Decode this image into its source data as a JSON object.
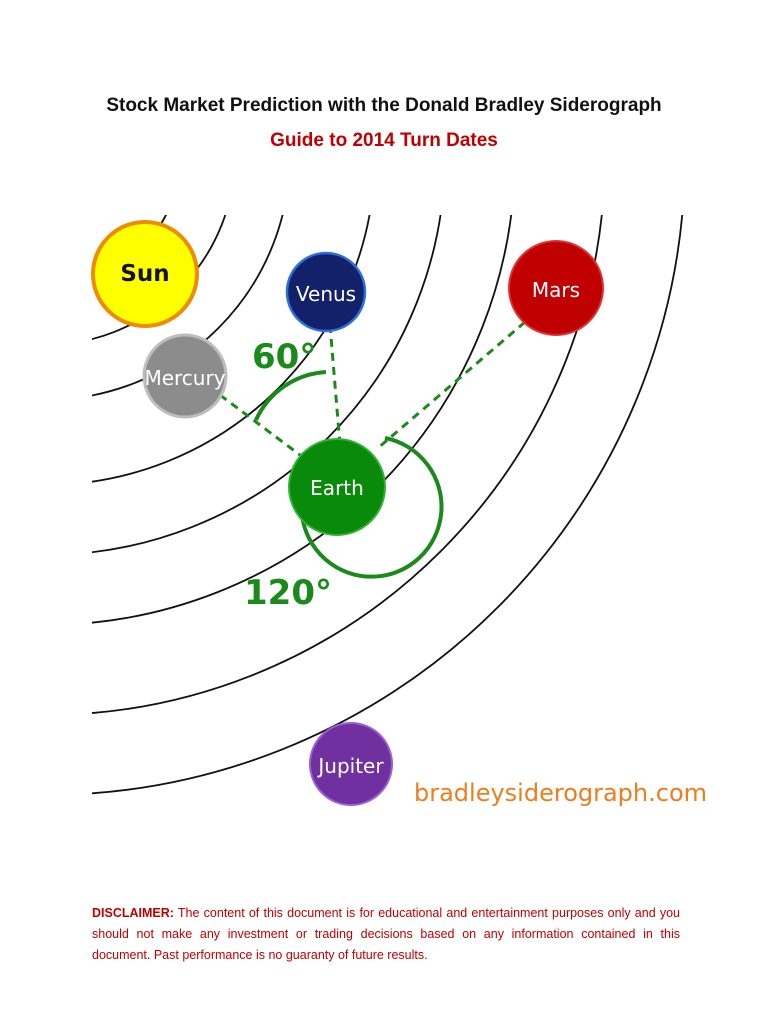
{
  "header": {
    "title": "Stock Market Prediction with the Donald Bradley Siderograph",
    "subtitle": "Guide to 2014 Turn Dates"
  },
  "diagram": {
    "planets": {
      "sun": "Sun",
      "mercury": "Mercury",
      "venus": "Venus",
      "earth": "Earth",
      "mars": "Mars",
      "jupiter": "Jupiter"
    },
    "angles": {
      "small": "60°",
      "large": "120°"
    },
    "website": "bradleysiderograph.com"
  },
  "colors": {
    "sun_fill": "#ffff00",
    "sun_stroke": "#f08a00",
    "mercury": "#8c8c8c",
    "venus": "#13216b",
    "earth": "#0a8a0a",
    "mars": "#c00000",
    "jupiter": "#7030a0",
    "aspect_green": "#1a8a1a",
    "accent_red": "#c00000",
    "site_orange": "#ee7d1c"
  },
  "disclaimer": {
    "label": "DISCLAIMER:",
    "text": " The content of this document is for educational and entertainment purposes only and you should not make any investment or trading decisions based on any information contained in this document.  Past performance is no guaranty of future results."
  }
}
